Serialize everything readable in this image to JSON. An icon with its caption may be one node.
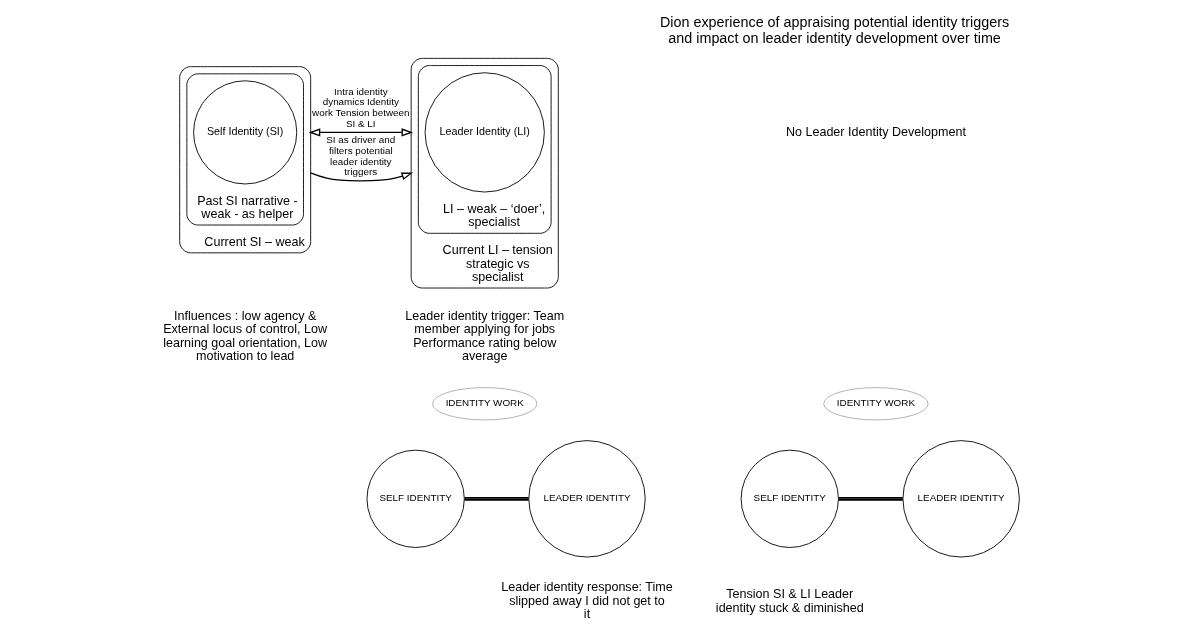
{
  "diagram": {
    "title": "Dion experience of appraising potential identity triggers and impact on leader identity development over time",
    "nodes": [
      {
        "text": [
          "Current SI – weak"
        ]
      },
      {
        "text": [
          "Past SI narrative - weak - as helper"
        ],
        "in": 0
      },
      {
        "text": [
          "Self Identity (SI)"
        ],
        "in": 1
      },
      {
        "text": [
          "Current LI – tension strategic vs specialist"
        ]
      },
      {
        "text": [
          "LI – weak – ‘doer’, specialist"
        ],
        "in": 3
      },
      {
        "text": [
          "Leader Identity (LI)"
        ],
        "in": 4
      },
      {
        "text": [
          "IDENTITY WORK"
        ]
      },
      {
        "text": [
          "SELF IDENTITY"
        ]
      },
      {
        "text": [
          "LEADER IDENTITY"
        ]
      },
      {
        "text": [
          "IDENTITY WORK"
        ]
      },
      {
        "text": [
          "SELF IDENTITY"
        ]
      },
      {
        "text": [
          "LEADER IDENTITY"
        ]
      }
    ],
    "edges": [
      {
        "from": 0,
        "to": 3,
        "arrow": "to",
        "label": "SI as driver and filters potential leader identity triggers"
      },
      {
        "from": 0,
        "to": 3,
        "arrow": "both",
        "label": "Intra identity dynamics Identity work Tension between SI & LI"
      },
      {
        "from": 7,
        "to": 8,
        "arrow": "none"
      },
      {
        "from": 10,
        "to": 11,
        "arrow": "none"
      }
    ],
    "labels": [
      "No Leader Identity Development",
      "Influences : low agency & External locus of control, Low learning goal orientation, Low motivation to lead",
      "Leader identity trigger: Team member applying for jobs Performance rating below average",
      "Leader identity response: Time slipped away I did not get to it",
      "Tension SI & LI Leader identity stuck & diminished"
    ]
  }
}
